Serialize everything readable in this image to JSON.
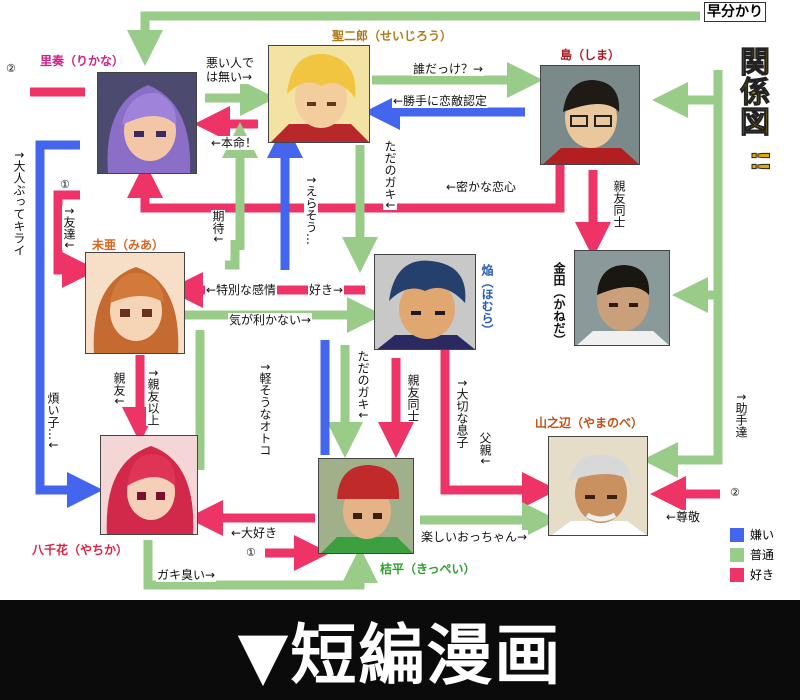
{
  "title_top": "早分かり",
  "title_main": "関係図",
  "title_mark": "!!",
  "bottom_banner": "▼短編漫画",
  "characters": {
    "rikana": "里奏（りかな）",
    "seijiro": "聖二郎（せいじろう）",
    "shima": "島（しま）",
    "mia": "未亜（みあ）",
    "homura": "焔（ほむら）",
    "kaneda": "金田（かねだ）",
    "yachika": "八千花（やちか）",
    "kippei": "桔平（きっぺい）",
    "yamanobe": "山之辺（やまのべ）"
  },
  "labels": {
    "warui_hito": "悪い人で",
    "warui_hito2": "は無い→",
    "honmei": "←本命！",
    "dare": "誰だっけ？→",
    "katte": "←勝手に恋敵認定",
    "tadano_gaki1": "ただのガキ↓",
    "himeta": "←密かな恋心",
    "shinyu1": "親友同士",
    "kitai": "期待↓",
    "erasou": "↑えらそう…",
    "tomodachi": "↑友達↓",
    "otona": "↑大人ぶってキライ",
    "tokubetsu": "←特別な感情",
    "suki": "好き→",
    "kigakikanai": "気が利かない→",
    "tadano_gaki2": "ただのガキ↓",
    "shinyu2": "親友同士",
    "taisetsu": "↑大切な息子",
    "chichioya": "父親↓",
    "karusou": "↑軽そうなオトコ",
    "shinyu3": "親友↓",
    "shinyu_ijo": "↑親友以上",
    "urusai": "煩い子…↓",
    "daisuki": "←大好き",
    "gakikusai": "ガキ臭い→",
    "tanoshii": "楽しいおっちゃん→",
    "sonkei": "←尊敬",
    "joshu": "↑助手達",
    "mark1": "①",
    "mark1b": "①",
    "mark2": "②",
    "mark2b": "②"
  },
  "legend": [
    {
      "label": "嫌い",
      "color": "#4466ee"
    },
    {
      "label": "普通",
      "color": "#99cc88"
    },
    {
      "label": "好き",
      "color": "#ee3366"
    }
  ],
  "colors": {
    "dislike": "#4466ee",
    "normal": "#99cc88",
    "like": "#ee3366"
  }
}
